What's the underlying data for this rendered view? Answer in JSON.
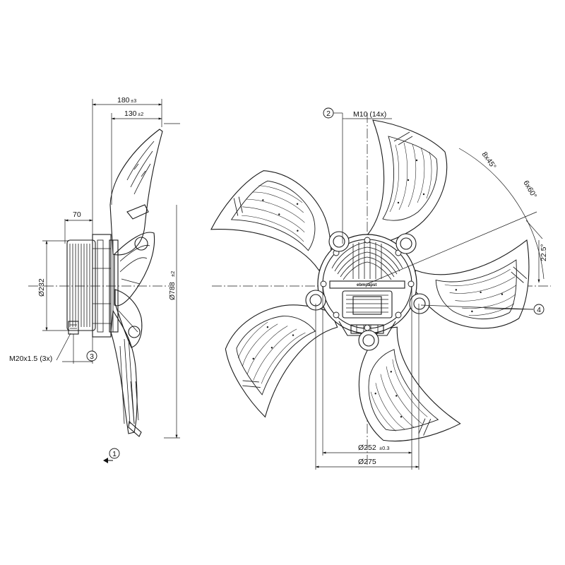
{
  "side_view": {
    "dim_overall_depth": "180",
    "dim_overall_depth_tol": "±3",
    "dim_blade_depth": "130",
    "dim_blade_depth_tol": "±2",
    "dim_motor_offset": "70",
    "dim_motor_dia": "Ø232",
    "dim_outer_dia": "Ø788",
    "dim_outer_dia_tol": "±2",
    "thread_label": "M20x1.5 (3x)",
    "balloon_airflow": "1",
    "balloon_cable_gland": "3"
  },
  "front_view": {
    "balloon_bolts": "2",
    "bolt_label": "M10 (14x)",
    "angle_8x45": "8x45°",
    "angle_6x60": "6x60°",
    "angle_22_5": "22.5°",
    "balloon_mounting": "4",
    "dim_bolt_circle": "Ø252",
    "dim_bolt_circle_tol": "±0.3",
    "dim_hub_dia": "Ø275",
    "brand_mark": "ebmpapst"
  },
  "colors": {
    "line": "#1a1a1a",
    "background": "#ffffff"
  }
}
